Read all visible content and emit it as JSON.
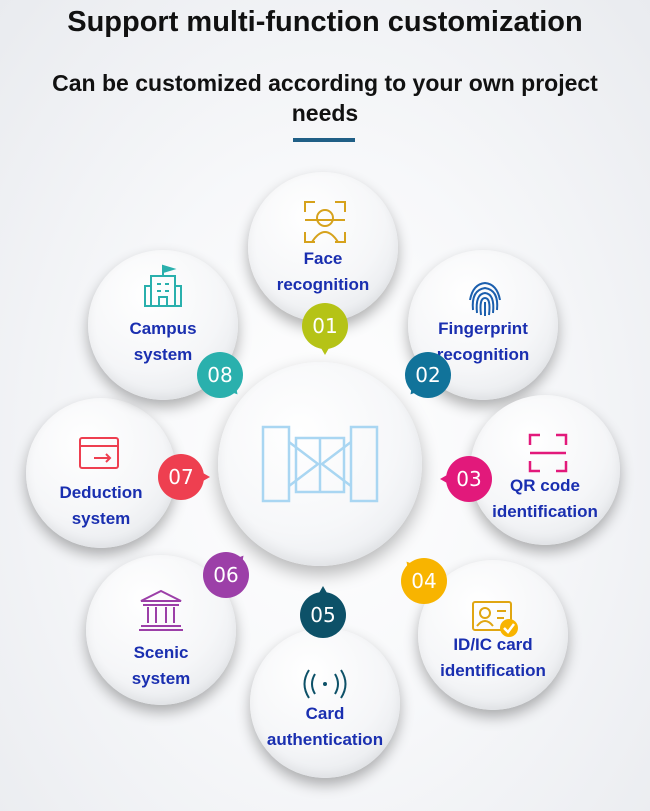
{
  "header": {
    "title": "Support multi-function customization",
    "subtitle": "Can be customized according to your own project needs"
  },
  "center": {
    "icon": "turnstile-gate-icon"
  },
  "features": [
    {
      "number": "01",
      "label_line1": "Face",
      "label_line2": "recognition",
      "icon": "face-scan-icon",
      "color": "#b5c316"
    },
    {
      "number": "02",
      "label_line1": "Fingerprint",
      "label_line2": "recognition",
      "icon": "fingerprint-icon",
      "color": "#11739a"
    },
    {
      "number": "03",
      "label_line1": "QR code",
      "label_line2": "identification",
      "icon": "qr-scan-icon",
      "color": "#e2197b"
    },
    {
      "number": "04",
      "label_line1": "ID/IC card",
      "label_line2": "identification",
      "icon": "id-card-icon",
      "color": "#f8b400"
    },
    {
      "number": "05",
      "label_line1": "Card",
      "label_line2": "authentication",
      "icon": "contactless-icon",
      "color": "#0d5168"
    },
    {
      "number": "06",
      "label_line1": "Scenic",
      "label_line2": "system",
      "icon": "landmark-icon",
      "color": "#9c3fa8"
    },
    {
      "number": "07",
      "label_line1": "Deduction",
      "label_line2": "system",
      "icon": "deduction-card-icon",
      "color": "#ee3f50"
    },
    {
      "number": "08",
      "label_line1": "Campus",
      "label_line2": "system",
      "icon": "school-building-icon",
      "color": "#2ab0ad"
    }
  ]
}
